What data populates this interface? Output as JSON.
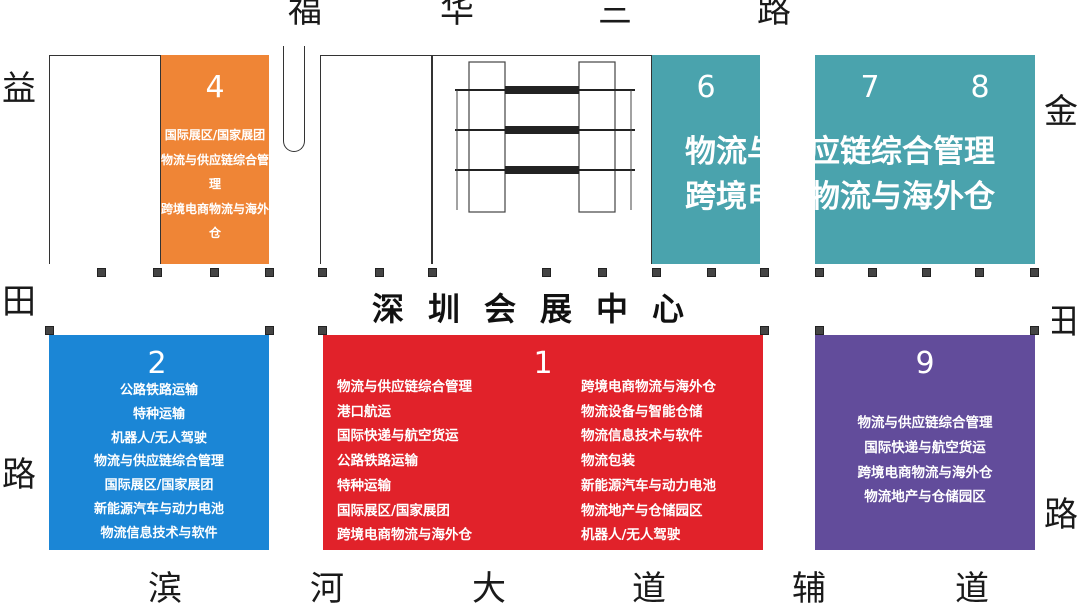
{
  "roads": {
    "top": [
      "福",
      "华",
      "三",
      "路"
    ],
    "bottom": [
      "滨",
      "河",
      "大",
      "道",
      "辅",
      "道"
    ],
    "left": [
      "益",
      "田",
      "路"
    ],
    "right": [
      "金",
      "田",
      "路"
    ]
  },
  "venue_name": "深圳会展中心",
  "halls": [
    {
      "number": "4",
      "color": "#ef8536",
      "lines": [
        "国际展区/国家展团",
        "物流与供应链综合管理",
        "跨境电商物流与海外仓"
      ]
    },
    {
      "number": "6",
      "color": "#4aa3ad"
    },
    {
      "number": "7",
      "color": "#4aa3ad"
    },
    {
      "number": "8",
      "color": "#4aa3ad"
    },
    {
      "number": "2",
      "color": "#1b86d6",
      "lines": [
        "公路铁路运输",
        "特种运输",
        "机器人/无人驾驶",
        "物流与供应链综合管理",
        "国际展区/国家展团",
        "新能源汽车与动力电池",
        "物流信息技术与软件"
      ]
    },
    {
      "number": "1",
      "color": "#e1222a",
      "lines_left": [
        "物流与供应链综合管理",
        "港口航运",
        "国际快递与航空货运",
        "公路铁路运输",
        "特种运输",
        "国际展区/国家展团",
        "跨境电商物流与海外仓"
      ],
      "lines_right": [
        "跨境电商物流与海外仓",
        "物流设备与智能仓储",
        "物流信息技术与软件",
        "物流包装",
        "新能源汽车与动力电池",
        "物流地产与仓储园区",
        "机器人/无人驾驶"
      ]
    },
    {
      "number": "9",
      "color": "#624c9b",
      "lines": [
        "物流与供应链综合管理",
        "国际快递与航空货运",
        "跨境电商物流与海外仓",
        "物流地产与仓储园区"
      ]
    }
  ],
  "halls_678_lines": [
    "物流与供应链综合管理",
    "跨境电商物流与海外仓"
  ]
}
